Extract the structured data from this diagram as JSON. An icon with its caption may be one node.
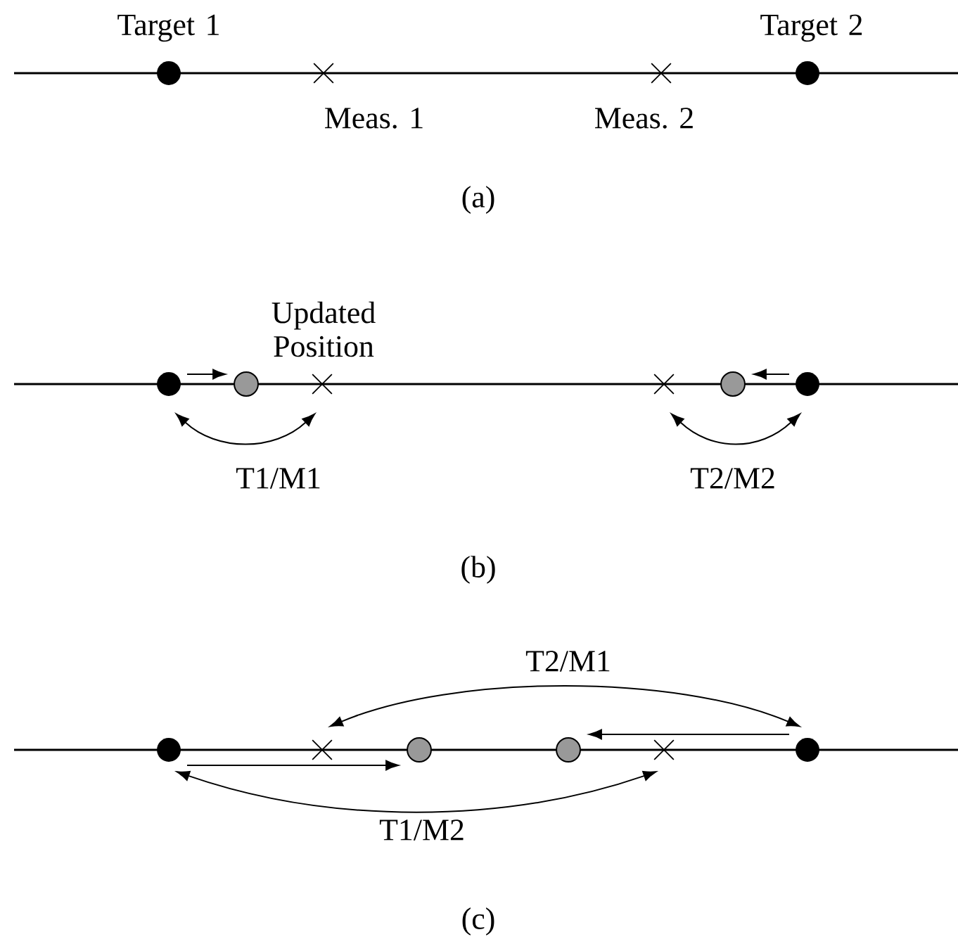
{
  "diagram": {
    "nodes": [
      {
        "text": [],
        "shape": "dot",
        "beside": [
          "Target 1"
        ]
      },
      {
        "text": [],
        "shape": "cross",
        "beside": [
          "Meas. 1"
        ]
      },
      {
        "text": [],
        "shape": "cross",
        "beside": [
          "Meas. 2"
        ]
      },
      {
        "text": [],
        "shape": "dot",
        "beside": [
          "Target 2"
        ]
      },
      {
        "text": [],
        "shape": "dot"
      },
      {
        "text": [],
        "shape": "circle",
        "beside": [
          "Updated Position"
        ]
      },
      {
        "text": [],
        "shape": "cross"
      },
      {
        "text": [],
        "shape": "cross"
      },
      {
        "text": [],
        "shape": "circle"
      },
      {
        "text": [],
        "shape": "dot"
      },
      {
        "text": [],
        "shape": "dot"
      },
      {
        "text": [],
        "shape": "cross"
      },
      {
        "text": [],
        "shape": "circle"
      },
      {
        "text": [],
        "shape": "circle"
      },
      {
        "text": [],
        "shape": "cross"
      },
      {
        "text": [],
        "shape": "dot"
      }
    ],
    "edges": [
      {
        "from": 4,
        "to": 5,
        "arrow": "to"
      },
      {
        "from": 9,
        "to": 8,
        "arrow": "to"
      },
      {
        "from": 4,
        "to": 6,
        "arrow": "both",
        "label": "T1/M1"
      },
      {
        "from": 7,
        "to": 9,
        "arrow": "both",
        "label": "T2/M2"
      },
      {
        "from": 10,
        "to": 12,
        "arrow": "to"
      },
      {
        "from": 15,
        "to": 13,
        "arrow": "to"
      },
      {
        "from": 11,
        "to": 15,
        "arrow": "both",
        "label": "T2/M1"
      },
      {
        "from": 10,
        "to": 14,
        "arrow": "both",
        "label": "T1/M2"
      }
    ],
    "labels": [
      "(a)",
      "(b)",
      "(c)"
    ]
  }
}
